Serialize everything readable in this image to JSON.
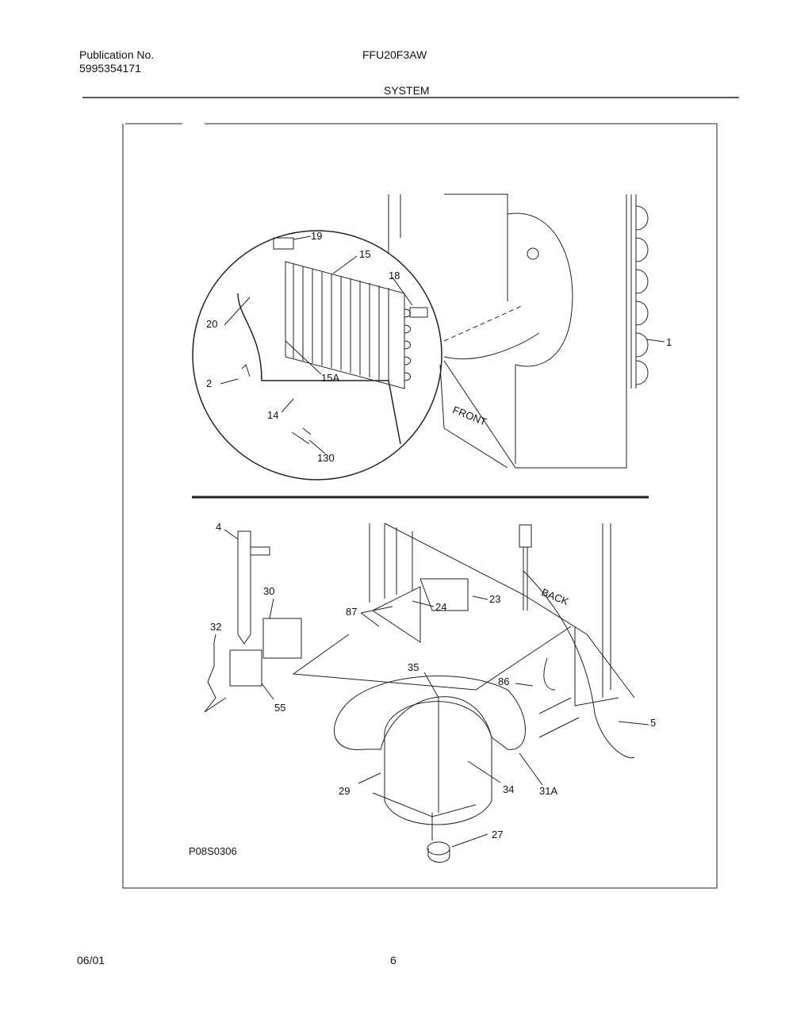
{
  "header": {
    "publication_label": "Publication No.",
    "publication_number": "5995354171",
    "model": "FFU20F3AW",
    "section": "SYSTEM"
  },
  "diagram": {
    "upper_labels": {
      "p19": "19",
      "p15": "15",
      "p18": "18",
      "p20": "20",
      "p1": "1",
      "p15a": "15A",
      "p2": "2",
      "p14": "14",
      "p130": "130",
      "front": "FRONT"
    },
    "lower_labels": {
      "p4": "4",
      "p30": "30",
      "p87": "87",
      "p23": "23",
      "p24": "24",
      "back": "BACK",
      "p32": "32",
      "p35": "35",
      "p86": "86",
      "p55": "55",
      "p5": "5",
      "p29": "29",
      "p34": "34",
      "p31a": "31A",
      "p27": "27"
    },
    "drawing_code": "P08S0306"
  },
  "footer": {
    "date": "06/01",
    "page": "6"
  }
}
